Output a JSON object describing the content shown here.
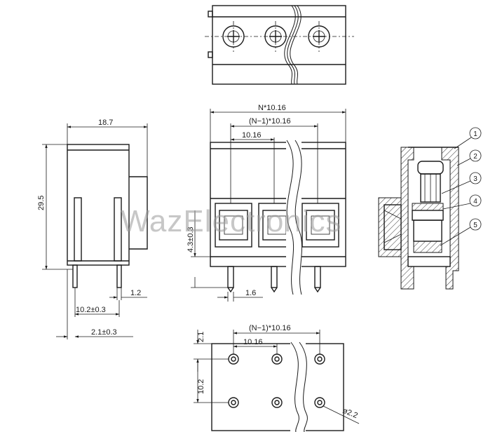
{
  "watermark": "WazElectronics",
  "dimensions": {
    "width_total": "N*10.16",
    "width_pitch_span_top": "(N−1)*10.16",
    "pitch_top": "10.16",
    "body_depth": "18.7",
    "height": "29.5",
    "pin_offset": "4.3±0.3",
    "pin_width": "1.2",
    "pin_spacing": "10.2±0.3",
    "pin_edge": "2.1±0.3",
    "pin_thickness": "1.6",
    "pcb_pitch_span": "(N−1)*10.16",
    "pcb_pitch": "10.16",
    "pcb_edge": "2.1",
    "pcb_row_spacing": "10.2",
    "hole_diameter": "ø2.2"
  },
  "callouts": [
    "1",
    "2",
    "3",
    "4",
    "5"
  ]
}
